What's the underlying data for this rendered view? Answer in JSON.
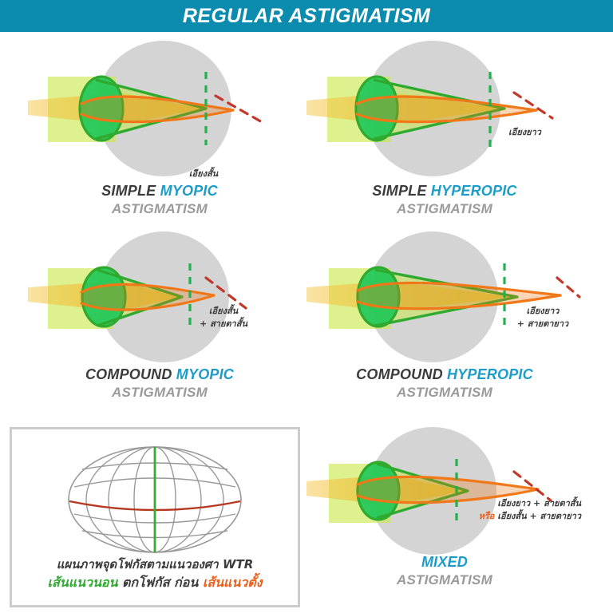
{
  "header": {
    "title": "REGULAR ASTIGMATISM",
    "bg_color": "#0b8cae",
    "text_color": "#ffffff"
  },
  "colors": {
    "teal_band": "#0b8cae",
    "eye_gray": "#d4d4d4",
    "green_ray": "#2faa2f",
    "orange_ray": "#f07818",
    "yellow_beam": "#f0b522",
    "green_beam": "#c4e84a",
    "lens_green": "#1fc85a",
    "retina_dash": "#22b14c",
    "axis_dash": "#c0392b",
    "caption_dark": "#3b3b3b",
    "caption_blue": "#1b9cc9",
    "caption_gray": "#9a9a9a",
    "legend_border": "#cccccc",
    "globe_grid": "#999999",
    "globe_meridian_green": "#3aaa35",
    "globe_equator_red": "#b5381f"
  },
  "panels": [
    {
      "id": "simple-myopic",
      "caption_line1_dark": "SIMPLE",
      "caption_line1_blue": "MYOPIC",
      "caption_line2": "ASTIGMATISM",
      "annotation_lines": [
        "เอียงสั้น"
      ],
      "annotation_prefix_orange": ""
    },
    {
      "id": "simple-hyperopic",
      "caption_line1_dark": "SIMPLE",
      "caption_line1_blue": "HYPEROPIC",
      "caption_line2": "ASTIGMATISM",
      "annotation_lines": [
        "เอียงยาว"
      ],
      "annotation_prefix_orange": ""
    },
    {
      "id": "compound-myopic",
      "caption_line1_dark": "COMPOUND",
      "caption_line1_blue": "MYOPIC",
      "caption_line2": "ASTIGMATISM",
      "annotation_lines": [
        "เอียงสั้น",
        "+ สายตาสั้น"
      ],
      "annotation_prefix_orange": ""
    },
    {
      "id": "compound-hyperopic",
      "caption_line1_dark": "COMPOUND",
      "caption_line1_blue": "HYPEROPIC",
      "caption_line2": "ASTIGMATISM",
      "annotation_lines": [
        "เอียงยาว",
        "+ สายตายาว"
      ],
      "annotation_prefix_orange": ""
    },
    {
      "id": "mixed",
      "caption_line1_dark": "",
      "caption_line1_blue": "MIXED",
      "caption_line2": "ASTIGMATISM",
      "annotation_lines": [
        "เอียงยาว + สายตาสั้น",
        "เอียงสั้น + สายตายาว"
      ],
      "annotation_prefix_orange": "หรือ"
    }
  ],
  "legend": {
    "caption_line1": "แผนภาพจุดโฟกัสตามแนวองศา WTR",
    "caption_line2_green": "เส้นแนวนอน",
    "caption_line2_dark": "ตกโฟกัส ก่อน",
    "caption_line2_orange": "เส้นแนวตั้ง",
    "globe": {
      "meridian_color_green": "#3aaa35",
      "equator_color_red": "#b5381f",
      "grid_color": "#999999",
      "meridian_count": 7,
      "latitude_count": 5
    }
  }
}
